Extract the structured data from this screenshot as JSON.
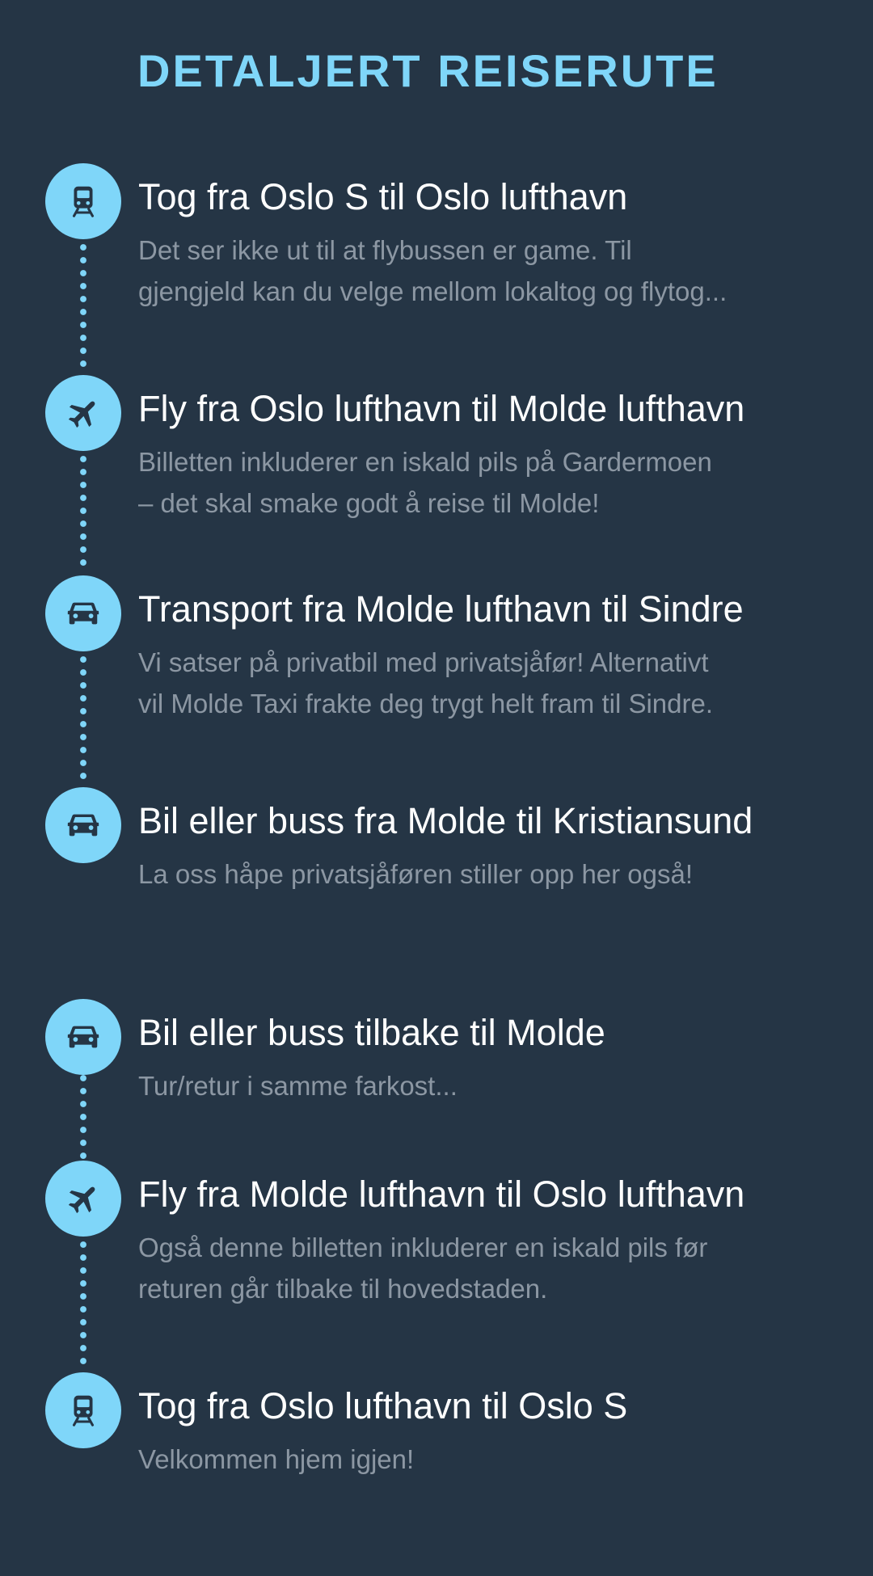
{
  "page": {
    "title": "DETALJERT REISERUTE"
  },
  "colors": {
    "background": "#253545",
    "accent": "#7fd6f9",
    "step_title": "#ffffff",
    "step_description": "#8c97a3"
  },
  "steps": [
    {
      "icon": "train-icon",
      "title": "Tog fra Oslo S til Oslo lufthavn",
      "description_lines": [
        "Det ser ikke ut til at flybussen er game. Til",
        "gjengjeld kan du velge mellom lokaltog og flytog..."
      ]
    },
    {
      "icon": "airplane-icon",
      "title": "Fly fra Oslo lufthavn til Molde lufthavn",
      "description_lines": [
        "Billetten inkluderer en iskald pils på Gardermoen",
        "– det skal smake godt å reise til Molde!"
      ]
    },
    {
      "icon": "car-icon",
      "title": "Transport fra Molde lufthavn til Sindre",
      "description_lines": [
        "Vi satser på privatbil med privatsjåfør! Alternativt",
        "vil Molde Taxi frakte deg trygt helt fram til Sindre."
      ]
    },
    {
      "icon": "car-icon",
      "title": "Bil eller buss fra Molde til Kristiansund",
      "description_lines": [
        "La oss håpe privatsjåføren stiller opp her også!"
      ]
    },
    {
      "icon": "car-icon",
      "title": "Bil eller buss tilbake til Molde",
      "description_lines": [
        "Tur/retur i samme farkost..."
      ]
    },
    {
      "icon": "airplane-icon",
      "title": "Fly fra Molde lufthavn til Oslo lufthavn",
      "description_lines": [
        "Også denne billetten inkluderer en iskald pils før",
        "returen går tilbake til hovedstaden."
      ]
    },
    {
      "icon": "train-icon",
      "title": "Tog fra Oslo lufthavn til Oslo S",
      "description_lines": [
        "Velkommen hjem igjen!"
      ]
    }
  ]
}
